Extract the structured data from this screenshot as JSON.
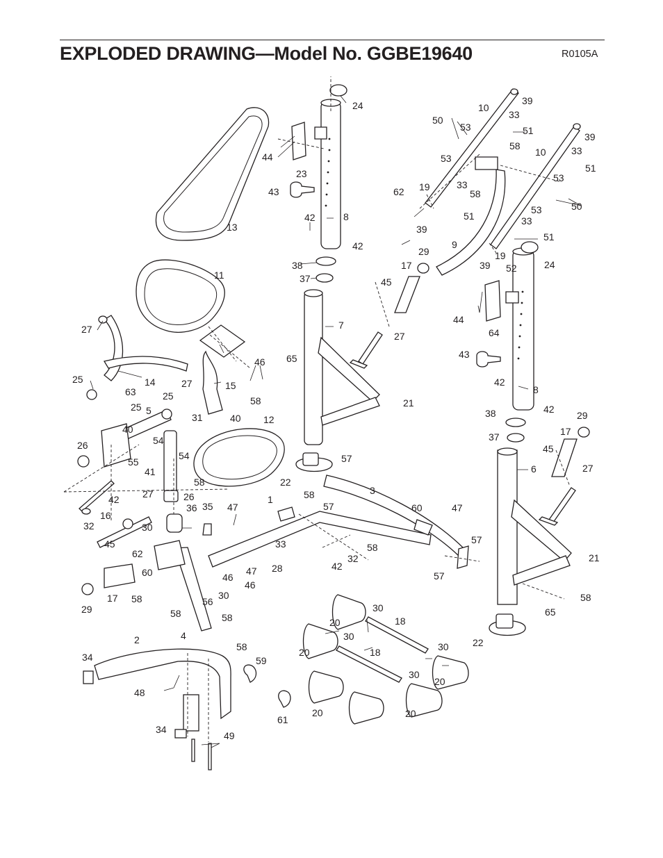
{
  "header": {
    "title": "EXPLODED DRAWING—Model No. GGBE19640",
    "code": "R0105A"
  },
  "callouts": [
    {
      "id": "c24a",
      "label": "24"
    },
    {
      "id": "c44a",
      "label": "44"
    },
    {
      "id": "c23",
      "label": "23"
    },
    {
      "id": "c43a",
      "label": "43"
    },
    {
      "id": "c13",
      "label": "13"
    },
    {
      "id": "c42a",
      "label": "42"
    },
    {
      "id": "c8a",
      "label": "8"
    },
    {
      "id": "c42b",
      "label": "42"
    },
    {
      "id": "c38a",
      "label": "38"
    },
    {
      "id": "c37a",
      "label": "37"
    },
    {
      "id": "c11",
      "label": "11"
    },
    {
      "id": "c7",
      "label": "7"
    },
    {
      "id": "c27a",
      "label": "27"
    },
    {
      "id": "c14",
      "label": "14"
    },
    {
      "id": "c27b",
      "label": "27"
    },
    {
      "id": "c25a",
      "label": "25"
    },
    {
      "id": "c63",
      "label": "63"
    },
    {
      "id": "c25b",
      "label": "25"
    },
    {
      "id": "c25c",
      "label": "25"
    },
    {
      "id": "c15",
      "label": "15"
    },
    {
      "id": "c46a",
      "label": "46"
    },
    {
      "id": "c65a",
      "label": "65"
    },
    {
      "id": "c58a",
      "label": "58"
    },
    {
      "id": "c5",
      "label": "5"
    },
    {
      "id": "c40a",
      "label": "40"
    },
    {
      "id": "c31",
      "label": "31"
    },
    {
      "id": "c40b",
      "label": "40"
    },
    {
      "id": "c12",
      "label": "12"
    },
    {
      "id": "c26a",
      "label": "26"
    },
    {
      "id": "c54a",
      "label": "54"
    },
    {
      "id": "c55",
      "label": "55"
    },
    {
      "id": "c41",
      "label": "41"
    },
    {
      "id": "c54b",
      "label": "54"
    },
    {
      "id": "c58b",
      "label": "58"
    },
    {
      "id": "c26b",
      "label": "26"
    },
    {
      "id": "c42c",
      "label": "42"
    },
    {
      "id": "c32a",
      "label": "32"
    },
    {
      "id": "c27c",
      "label": "27"
    },
    {
      "id": "c16",
      "label": "16"
    },
    {
      "id": "c36",
      "label": "36"
    },
    {
      "id": "c35",
      "label": "35"
    },
    {
      "id": "c47a",
      "label": "47"
    },
    {
      "id": "c1",
      "label": "1"
    },
    {
      "id": "c58c",
      "label": "58"
    },
    {
      "id": "c57a",
      "label": "57"
    },
    {
      "id": "c3",
      "label": "3"
    },
    {
      "id": "c22a",
      "label": "22"
    },
    {
      "id": "c57b",
      "label": "57"
    },
    {
      "id": "c21a",
      "label": "21"
    },
    {
      "id": "c10a",
      "label": "10"
    },
    {
      "id": "c39a",
      "label": "39"
    },
    {
      "id": "c50a",
      "label": "50"
    },
    {
      "id": "c53a",
      "label": "53"
    },
    {
      "id": "c33a",
      "label": "33"
    },
    {
      "id": "c51a",
      "label": "51"
    },
    {
      "id": "c58d",
      "label": "58"
    },
    {
      "id": "c53b",
      "label": "53"
    },
    {
      "id": "c10b",
      "label": "10"
    },
    {
      "id": "c39b",
      "label": "39"
    },
    {
      "id": "c33b",
      "label": "33"
    },
    {
      "id": "c51b",
      "label": "51"
    },
    {
      "id": "c62a",
      "label": "62"
    },
    {
      "id": "c19a",
      "label": "19"
    },
    {
      "id": "c33c",
      "label": "33"
    },
    {
      "id": "c58e",
      "label": "58"
    },
    {
      "id": "c53c",
      "label": "53"
    },
    {
      "id": "c50b",
      "label": "50"
    },
    {
      "id": "c39c",
      "label": "39"
    },
    {
      "id": "c51c",
      "label": "51"
    },
    {
      "id": "c53d",
      "label": "53"
    },
    {
      "id": "c33d",
      "label": "33"
    },
    {
      "id": "c51d",
      "label": "51"
    },
    {
      "id": "c9",
      "label": "9"
    },
    {
      "id": "c39d",
      "label": "39"
    },
    {
      "id": "c19b",
      "label": "19"
    },
    {
      "id": "c52",
      "label": "52"
    },
    {
      "id": "c24b",
      "label": "24"
    },
    {
      "id": "c29a",
      "label": "29"
    },
    {
      "id": "c17a",
      "label": "17"
    },
    {
      "id": "c45a",
      "label": "45"
    },
    {
      "id": "c27d",
      "label": "27"
    },
    {
      "id": "c44b",
      "label": "44"
    },
    {
      "id": "c64",
      "label": "64"
    },
    {
      "id": "c43b",
      "label": "43"
    },
    {
      "id": "c42d",
      "label": "42"
    },
    {
      "id": "c8b",
      "label": "8"
    },
    {
      "id": "c38b",
      "label": "38"
    },
    {
      "id": "c42e",
      "label": "42"
    },
    {
      "id": "c29b",
      "label": "29"
    },
    {
      "id": "c37b",
      "label": "37"
    },
    {
      "id": "c17b",
      "label": "17"
    },
    {
      "id": "c45b",
      "label": "45"
    },
    {
      "id": "c6",
      "label": "6"
    },
    {
      "id": "c27e",
      "label": "27"
    },
    {
      "id": "c60a",
      "label": "60"
    },
    {
      "id": "c47b",
      "label": "47"
    },
    {
      "id": "c57c",
      "label": "57"
    },
    {
      "id": "c32b",
      "label": "32"
    },
    {
      "id": "c58f",
      "label": "58"
    },
    {
      "id": "c42f",
      "label": "42"
    },
    {
      "id": "c57d",
      "label": "57"
    },
    {
      "id": "c21b",
      "label": "21"
    },
    {
      "id": "c58g",
      "label": "58"
    },
    {
      "id": "c65b",
      "label": "65"
    },
    {
      "id": "c22b",
      "label": "22"
    },
    {
      "id": "c30a",
      "label": "30"
    },
    {
      "id": "c45c",
      "label": "45"
    },
    {
      "id": "c62b",
      "label": "62"
    },
    {
      "id": "c33e",
      "label": "33"
    },
    {
      "id": "c47c",
      "label": "47"
    },
    {
      "id": "c28",
      "label": "28"
    },
    {
      "id": "c46b",
      "label": "46"
    },
    {
      "id": "c46c",
      "label": "46"
    },
    {
      "id": "c60b",
      "label": "60"
    },
    {
      "id": "c30b",
      "label": "30"
    },
    {
      "id": "c58h",
      "label": "58"
    },
    {
      "id": "c56",
      "label": "56"
    },
    {
      "id": "c17c",
      "label": "17"
    },
    {
      "id": "c29c",
      "label": "29"
    },
    {
      "id": "c58i",
      "label": "58"
    },
    {
      "id": "c58j",
      "label": "58"
    },
    {
      "id": "c4",
      "label": "4"
    },
    {
      "id": "c2",
      "label": "2"
    },
    {
      "id": "c58k",
      "label": "58"
    },
    {
      "id": "c34a",
      "label": "34"
    },
    {
      "id": "c59",
      "label": "59"
    },
    {
      "id": "c48",
      "label": "48"
    },
    {
      "id": "c34b",
      "label": "34"
    },
    {
      "id": "c49",
      "label": "49"
    },
    {
      "id": "c61",
      "label": "61"
    },
    {
      "id": "c20a",
      "label": "20"
    },
    {
      "id": "c30c",
      "label": "30"
    },
    {
      "id": "c18a",
      "label": "18"
    },
    {
      "id": "c20b",
      "label": "20"
    },
    {
      "id": "c30d",
      "label": "30"
    },
    {
      "id": "c18b",
      "label": "18"
    },
    {
      "id": "c30e",
      "label": "30"
    },
    {
      "id": "c20c",
      "label": "20"
    },
    {
      "id": "c30f",
      "label": "30"
    },
    {
      "id": "c20d",
      "label": "20"
    },
    {
      "id": "c20e",
      "label": "20"
    }
  ]
}
